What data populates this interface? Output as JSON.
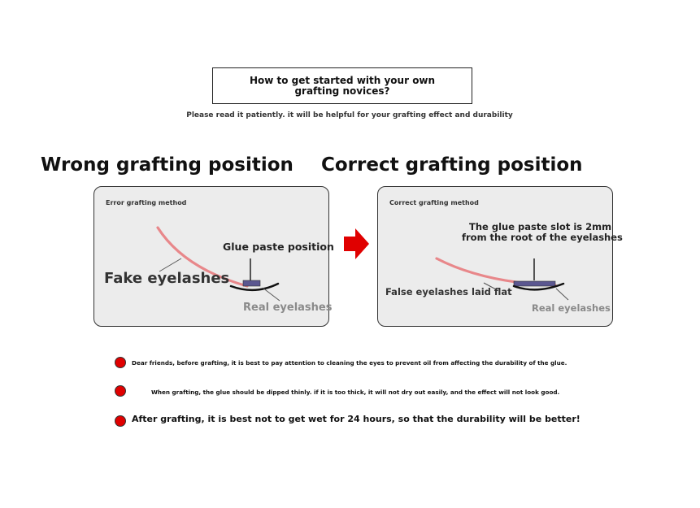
{
  "header": {
    "title": "How to get started with your own grafting novices?",
    "subtitle": "Please read it patiently. it will be helpful for your grafting effect and durability"
  },
  "wrong": {
    "heading": "Wrong grafting position",
    "panel_label": "Error grafting method",
    "glue_label": "Glue paste position",
    "fake_label": "Fake eyelashes",
    "real_label": "Real eyelashes"
  },
  "correct": {
    "heading": "Correct grafting position",
    "panel_label": "Correct grafting method",
    "glue_label_line1": "The glue paste slot is 2mm",
    "glue_label_line2": "from the root of the eyelashes",
    "false_label": "False eyelashes laid flat",
    "real_label": "Real eyelashes"
  },
  "tips": [
    "Dear friends, before grafting, it is best to pay attention to cleaning the eyes to prevent oil from affecting the durability of the glue.",
    "When grafting, the glue should be dipped thinly. if it is too thick, it will not dry out easily, and the effect will not look good.",
    "After grafting, it is best not to get wet for 24 hours, so that the durability will be better!"
  ],
  "colors": {
    "accent_red": "#e00000",
    "lash_pink": "#e8878a",
    "glue_purple": "#5b5790",
    "panel_bg": "#ececec"
  }
}
